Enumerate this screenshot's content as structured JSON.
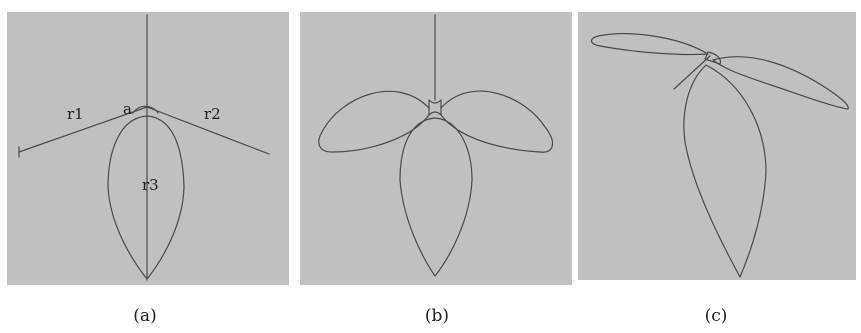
{
  "colors": {
    "panel_background": "#c0c0c0",
    "stroke": "#4a4a4a"
  },
  "panels": [
    {
      "id": "a",
      "caption": "(a)",
      "labels": {
        "r1": "r1",
        "r2": "r2",
        "r3": "r3",
        "a": "a"
      }
    },
    {
      "id": "b",
      "caption": "(b)"
    },
    {
      "id": "c",
      "caption": "(c)"
    }
  ]
}
